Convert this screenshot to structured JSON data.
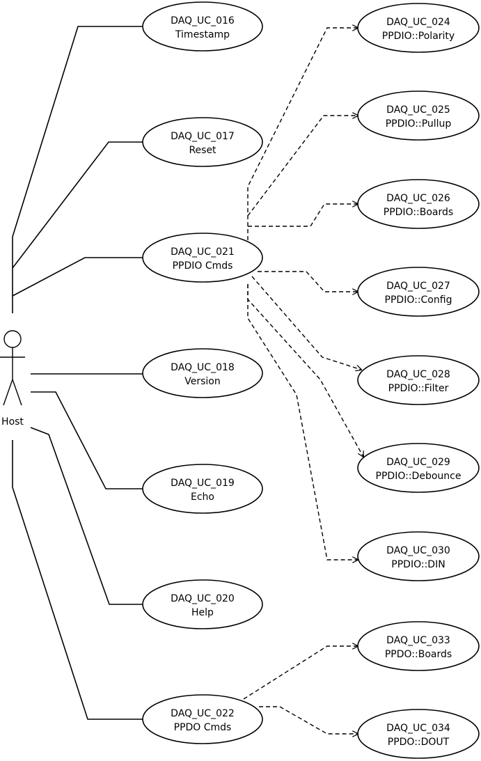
{
  "actor": {
    "name": "Host"
  },
  "use_cases": [
    {
      "id": "DAQ_UC_016",
      "name": "Timestamp"
    },
    {
      "id": "DAQ_UC_017",
      "name": "Reset"
    },
    {
      "id": "DAQ_UC_021",
      "name": "PPDIO Cmds"
    },
    {
      "id": "DAQ_UC_018",
      "name": "Version"
    },
    {
      "id": "DAQ_UC_019",
      "name": "Echo"
    },
    {
      "id": "DAQ_UC_020",
      "name": "Help"
    },
    {
      "id": "DAQ_UC_022",
      "name": "PPDO Cmds"
    },
    {
      "id": "DAQ_UC_024",
      "name": "PPDIO::Polarity"
    },
    {
      "id": "DAQ_UC_025",
      "name": "PPDIO::Pullup"
    },
    {
      "id": "DAQ_UC_026",
      "name": "PPDIO::Boards"
    },
    {
      "id": "DAQ_UC_027",
      "name": "PPDIO::Config"
    },
    {
      "id": "DAQ_UC_028",
      "name": "PPDIO::Filter"
    },
    {
      "id": "DAQ_UC_029",
      "name": "PPDIO::Debounce"
    },
    {
      "id": "DAQ_UC_030",
      "name": "PPDIO::DIN"
    },
    {
      "id": "DAQ_UC_033",
      "name": "PPDO::Boards"
    },
    {
      "id": "DAQ_UC_034",
      "name": "PPDO::DOUT"
    }
  ],
  "associations": [
    [
      "Host",
      "DAQ_UC_016"
    ],
    [
      "Host",
      "DAQ_UC_017"
    ],
    [
      "Host",
      "DAQ_UC_021"
    ],
    [
      "Host",
      "DAQ_UC_018"
    ],
    [
      "Host",
      "DAQ_UC_019"
    ],
    [
      "Host",
      "DAQ_UC_020"
    ],
    [
      "Host",
      "DAQ_UC_022"
    ]
  ],
  "dependencies": [
    [
      "DAQ_UC_021",
      "DAQ_UC_024"
    ],
    [
      "DAQ_UC_021",
      "DAQ_UC_025"
    ],
    [
      "DAQ_UC_021",
      "DAQ_UC_026"
    ],
    [
      "DAQ_UC_021",
      "DAQ_UC_027"
    ],
    [
      "DAQ_UC_021",
      "DAQ_UC_028"
    ],
    [
      "DAQ_UC_021",
      "DAQ_UC_029"
    ],
    [
      "DAQ_UC_021",
      "DAQ_UC_030"
    ],
    [
      "DAQ_UC_022",
      "DAQ_UC_033"
    ],
    [
      "DAQ_UC_022",
      "DAQ_UC_034"
    ]
  ]
}
